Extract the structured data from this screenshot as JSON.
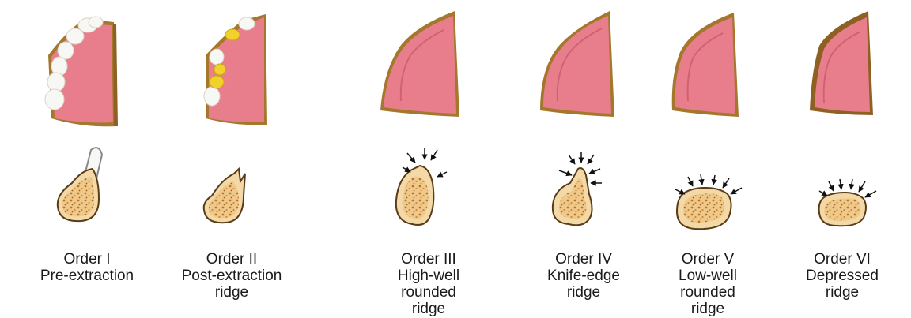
{
  "colors": {
    "gum": "#e87e8c",
    "gum_dark": "#cf6272",
    "bone_edge": "#a5772c",
    "tooth": "#f7f7f4",
    "filling": "#f2d22a",
    "cortical": "#f3d8a8",
    "trabecular": "#c98a3c",
    "arrow": "#111111"
  },
  "stages": [
    {
      "order": "Order I",
      "lines": [
        "Pre-extraction"
      ],
      "icons": [
        "jaw-with-teeth-illustration",
        "socket-with-tooth-illustration"
      ]
    },
    {
      "order": "Order II",
      "lines": [
        "Post-extraction",
        "ridge"
      ],
      "icons": [
        "jaw-with-fillings-illustration",
        "empty-socket-illustration"
      ]
    },
    {
      "order": "Order III",
      "lines": [
        "High-well",
        "rounded",
        "ridge"
      ],
      "icons": [
        "edentulous-jaw-illustration",
        "high-well-ridge-illustration"
      ]
    },
    {
      "order": "Order IV",
      "lines": [
        "Knife-edge",
        "ridge"
      ],
      "icons": [
        "edentulous-jaw-illustration",
        "knife-edge-ridge-illustration"
      ]
    },
    {
      "order": "Order V",
      "lines": [
        "Low-well",
        "rounded",
        "ridge"
      ],
      "icons": [
        "edentulous-jaw-illustration",
        "low-well-ridge-illustration"
      ]
    },
    {
      "order": "Order VI",
      "lines": [
        "Depressed",
        "ridge"
      ],
      "icons": [
        "edentulous-jaw-illustration",
        "depressed-ridge-illustration"
      ]
    }
  ]
}
